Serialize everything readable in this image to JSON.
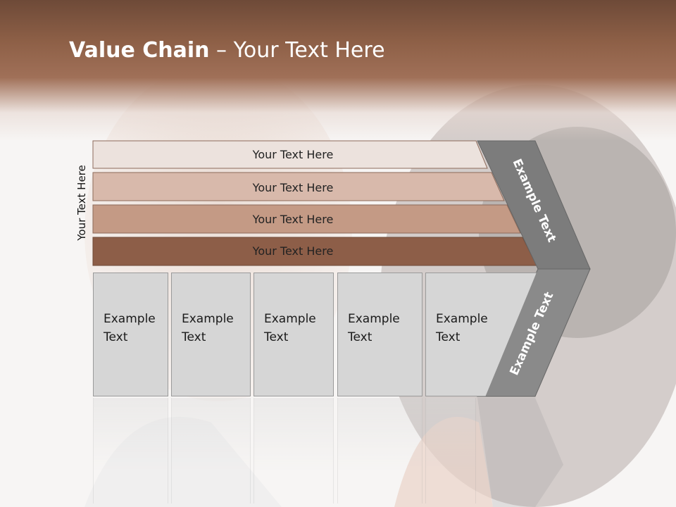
{
  "title": {
    "bold": "Value Chain",
    "rest": " – Your Text Here"
  },
  "side_label": "Your Text Here",
  "bars": [
    {
      "label": "Your Text Here",
      "color": "#ece2dd"
    },
    {
      "label": "Your Text Here",
      "color": "#d8b9ab"
    },
    {
      "label": "Your Text Here",
      "color": "#c49a85"
    },
    {
      "label": "Your Text Here",
      "color": "#8d5e48"
    }
  ],
  "boxes": [
    {
      "line1": "Example",
      "line2": "Text"
    },
    {
      "line1": "Example",
      "line2": "Text"
    },
    {
      "line1": "Example",
      "line2": "Text"
    },
    {
      "line1": "Example",
      "line2": "Text"
    },
    {
      "line1": "Example",
      "line2": "Text"
    }
  ],
  "chevron": {
    "upper_label": "Example Text",
    "lower_label": "Example Text",
    "upper_color": "#7c7c7c",
    "lower_color": "#8a8a8a"
  }
}
